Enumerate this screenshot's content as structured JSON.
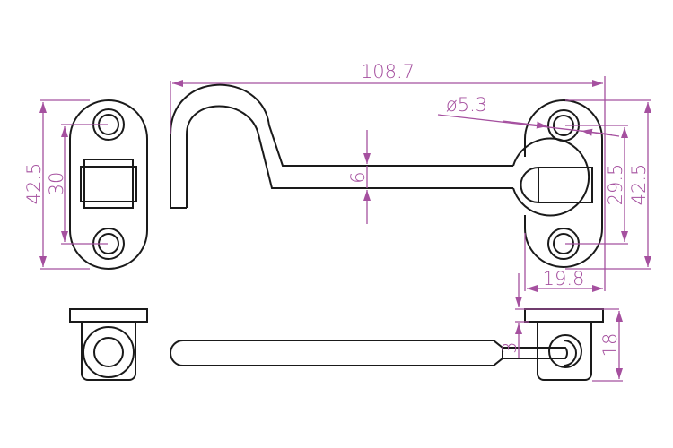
{
  "drawing": {
    "title": "Cabin hook dimension drawing",
    "dimensions": {
      "overall_length": "108.7",
      "hole_diameter": "ø5.3",
      "hook_thickness": "6",
      "right_hole_spacing": "29.5",
      "right_plate_height": "42.5",
      "left_plate_height": "42.5",
      "left_hole_spacing": "30",
      "right_plate_width": "19.8",
      "bar_offset": "3",
      "side_height": "18"
    },
    "colors": {
      "outline": "#1a1a1a",
      "dimension": "#a5509f"
    }
  }
}
